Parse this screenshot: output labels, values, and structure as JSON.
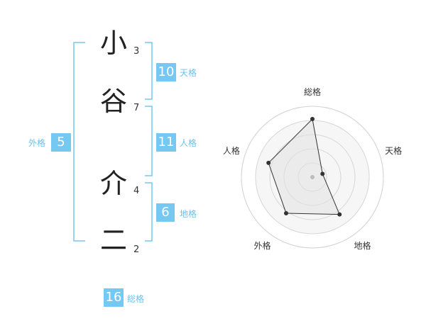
{
  "name": {
    "chars": [
      {
        "char": "小",
        "strokes": "3"
      },
      {
        "char": "谷",
        "strokes": "7"
      },
      {
        "char": "介",
        "strokes": "4"
      },
      {
        "char": "二",
        "strokes": "2"
      }
    ]
  },
  "fortunes": {
    "tenkaku": {
      "value": "10",
      "label": "天格"
    },
    "jinkaku": {
      "value": "11",
      "label": "人格"
    },
    "chikaku": {
      "value": "6",
      "label": "地格"
    },
    "gaikaku": {
      "value": "5",
      "label": "外格"
    },
    "soukaku": {
      "value": "16",
      "label": "総格"
    }
  },
  "colors": {
    "accent": "#74c8f2",
    "bracket": "#74c8f2",
    "radar_fill": "#eeeeee",
    "ring": "#d6d6d6"
  },
  "chart_data": {
    "type": "radar",
    "axes": [
      "総格",
      "天格",
      "地格",
      "外格",
      "人格"
    ],
    "values": [
      0.82,
      0.15,
      0.65,
      0.63,
      0.65
    ],
    "rings": 4
  }
}
